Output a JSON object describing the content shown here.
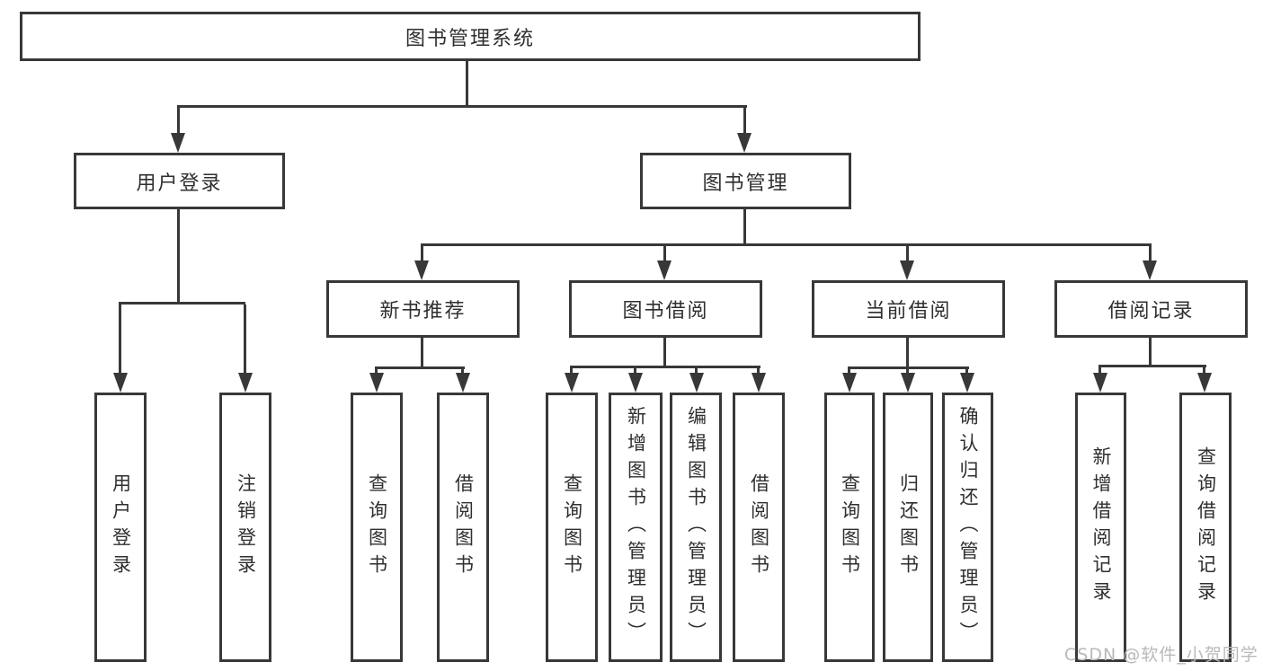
{
  "colors": {
    "background": "#ffffff",
    "line": "#383838",
    "text": "#2f2f2f",
    "watermark": "#b9b9b9"
  },
  "diagram": {
    "root": {
      "label": "图书管理系统"
    },
    "user_login": {
      "label": "用户登录",
      "children": [
        {
          "label": "用户登录"
        },
        {
          "label": "注销登录"
        }
      ]
    },
    "book_management": {
      "label": "图书管理"
    },
    "new_book": {
      "label": "新书推荐",
      "children": [
        {
          "label": "查询图书"
        },
        {
          "label": "借阅图书"
        }
      ]
    },
    "book_borrow": {
      "label": "图书借阅",
      "children": [
        {
          "label": "查询图书"
        },
        {
          "label": "新增图书（管理员）"
        },
        {
          "label": "编辑图书（管理员）"
        },
        {
          "label": "借阅图书"
        }
      ]
    },
    "current_borrow": {
      "label": "当前借阅",
      "children": [
        {
          "label": "查询图书"
        },
        {
          "label": "归还图书"
        },
        {
          "label": "确认归还（管理员）"
        }
      ]
    },
    "borrow_record": {
      "label": "借阅记录",
      "children": [
        {
          "label": "新增借阅记录"
        },
        {
          "label": "查询借阅记录"
        }
      ]
    }
  },
  "watermark": {
    "text": "CSDN @软件_小贺同学"
  }
}
